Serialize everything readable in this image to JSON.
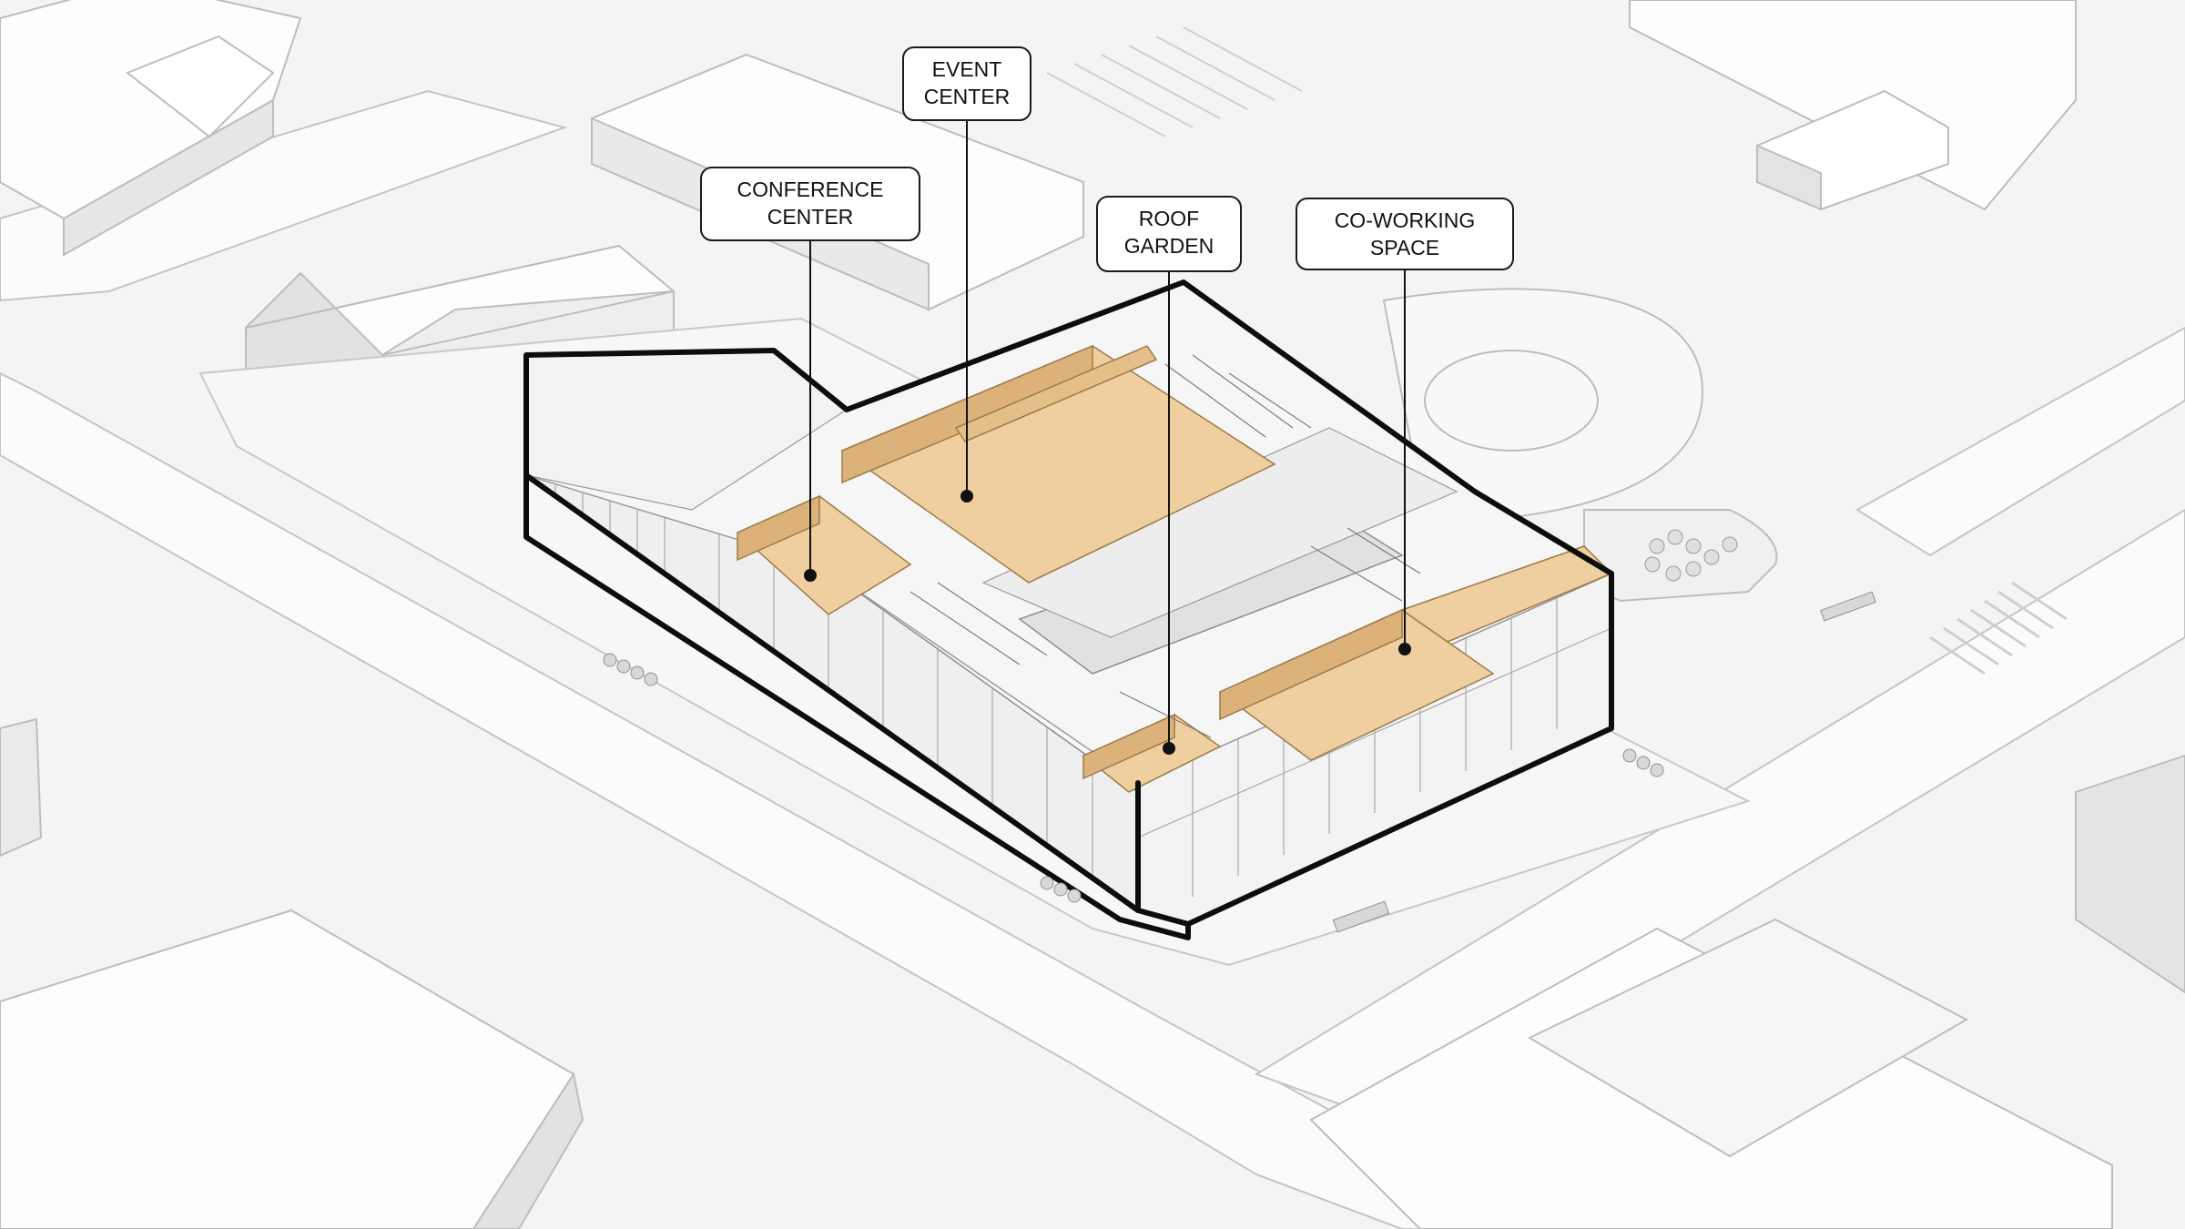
{
  "colors": {
    "ground": "#f4f4f4",
    "street": "#fbfbfb",
    "context_roof": "#fdfdfd",
    "context_side_light": "#e9e9e9",
    "context_side_dark": "#d6d6d6",
    "highlight": "#efcf9f",
    "highlight_dark": "#dcb27a",
    "outline": "#0d0d0d",
    "line": "#b9b9b9"
  },
  "callouts": [
    {
      "id": "conference-center",
      "line1": "CONFERENCE",
      "line2": "CENTER"
    },
    {
      "id": "event-center",
      "line1": "EVENT",
      "line2": "CENTER"
    },
    {
      "id": "roof-garden",
      "line1": "ROOF",
      "line2": "GARDEN"
    },
    {
      "id": "co-working-space",
      "line1": "CO-WORKING",
      "line2": "SPACE"
    }
  ]
}
